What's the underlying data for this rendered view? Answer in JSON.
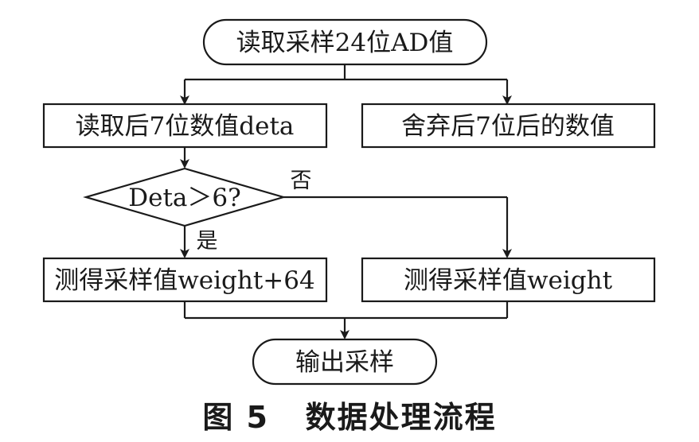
{
  "flowchart": {
    "start": "读取采样24位AD值",
    "read_low_bits": "读取后7位数值deta",
    "discard_low_bits": "舍弃后7位后的数值",
    "decision": "Deta＞6?",
    "yes_label": "是",
    "no_label": "否",
    "weight_plus": "测得采样值weight+64",
    "weight": "测得采样值weight",
    "end": "输出采样"
  },
  "caption": "图 5   数据处理流程"
}
